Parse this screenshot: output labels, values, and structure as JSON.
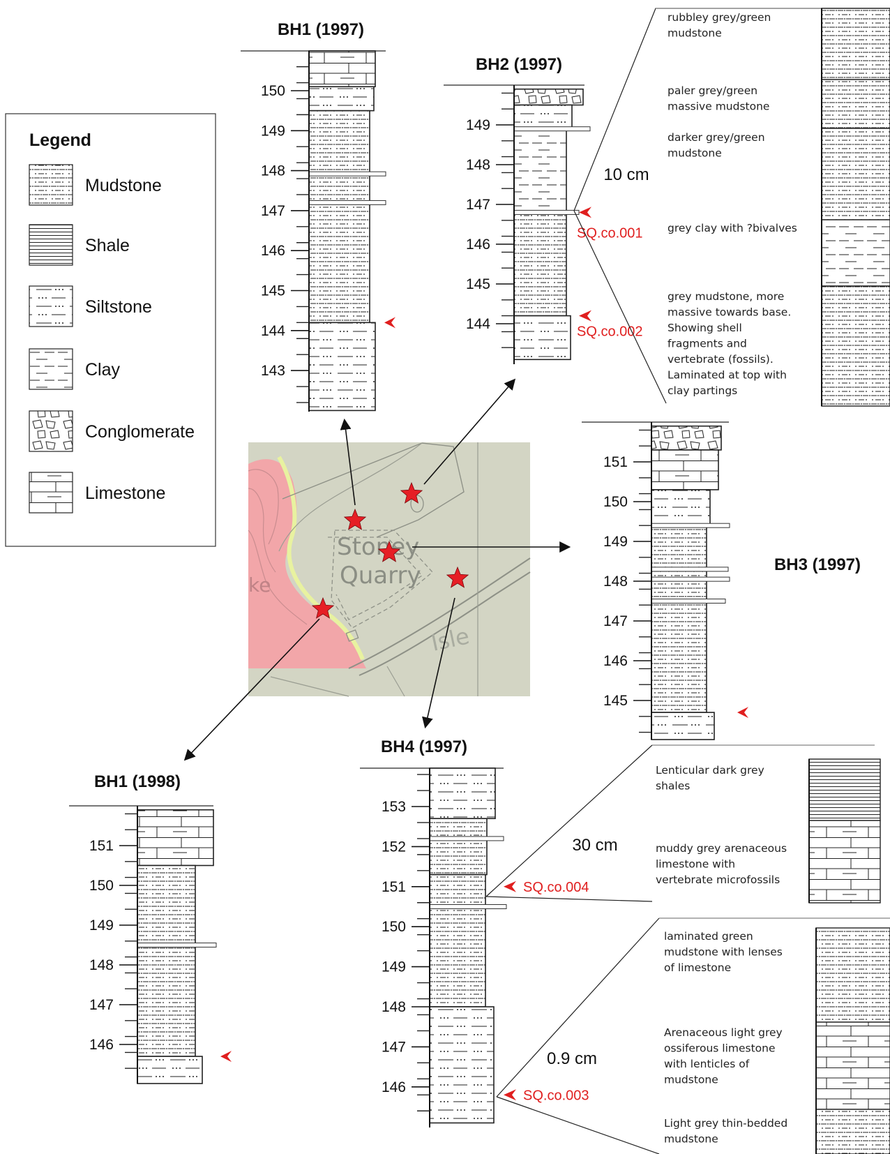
{
  "legend": {
    "title": "Legend",
    "items": [
      {
        "label": "Mudstone",
        "pattern": "mudstone"
      },
      {
        "label": "Shale",
        "pattern": "shale"
      },
      {
        "label": "Siltstone",
        "pattern": "siltstone"
      },
      {
        "label": "Clay",
        "pattern": "clay"
      },
      {
        "label": "Conglomerate",
        "pattern": "conglomerate"
      },
      {
        "label": "Limestone",
        "pattern": "limestone"
      }
    ]
  },
  "map": {
    "place_line1": "Stoney",
    "place_line2": "Quarry",
    "fragment_left": "ke",
    "fragment_bottom": "Isle",
    "colors": {
      "background": "#d3d5c4",
      "hazard": "#f2a6a9",
      "hazard_edge": "#e8f2a0",
      "star": "#e61e25"
    }
  },
  "logs": [
    {
      "id": "bh1-1997",
      "title": "BH1 (1997)",
      "ticks": [
        "150",
        "149",
        "148",
        "147",
        "146",
        "145",
        "144",
        "143"
      ],
      "beds": [
        {
          "lith": "limestone",
          "top": 151.0,
          "bottom": 150.1
        },
        {
          "lith": "siltstone",
          "top": 150.1,
          "bottom": 149.5
        },
        {
          "lith": "mudstone",
          "top": 149.5,
          "bottom": 147.9
        },
        {
          "lith": "mudstone",
          "top": 147.9,
          "bottom": 144.2
        },
        {
          "lith": "siltstone",
          "top": 144.2,
          "bottom": 142.0
        }
      ],
      "marker": 144.2
    },
    {
      "id": "bh2-1997",
      "title": "BH2 (1997)",
      "ticks": [
        "149",
        "148",
        "147",
        "146",
        "145",
        "144"
      ],
      "beds": [
        {
          "lith": "conglomerate",
          "top": 149.9,
          "bottom": 149.5
        },
        {
          "lith": "siltstone",
          "top": 149.5,
          "bottom": 148.9
        },
        {
          "lith": "clay",
          "top": 148.9,
          "bottom": 146.8
        },
        {
          "lith": "mudstone",
          "top": 146.8,
          "bottom": 144.2
        },
        {
          "lith": "siltstone",
          "top": 144.2,
          "bottom": 143.1
        }
      ],
      "samples": [
        {
          "label": "SQ.co.001",
          "depth": 146.8
        },
        {
          "label": "SQ.co.002",
          "depth": 144.2
        }
      ]
    },
    {
      "id": "bh3-1997",
      "title": "BH3 (1997)",
      "ticks": [
        "151",
        "150",
        "149",
        "148",
        "147",
        "146",
        "145"
      ],
      "beds": [
        {
          "lith": "conglomerate",
          "top": 151.9,
          "bottom": 151.3
        },
        {
          "lith": "limestone",
          "top": 151.3,
          "bottom": 150.3
        },
        {
          "lith": "siltstone",
          "top": 150.3,
          "bottom": 149.4
        },
        {
          "lith": "mudstone",
          "top": 149.4,
          "bottom": 144.7
        },
        {
          "lith": "siltstone",
          "top": 144.7,
          "bottom": 144.0
        }
      ],
      "marker": 144.7
    },
    {
      "id": "bh4-1997",
      "title": "BH4 (1997)",
      "ticks": [
        "153",
        "152",
        "151",
        "150",
        "149",
        "148",
        "147",
        "146"
      ],
      "beds": [
        {
          "lith": "siltstone",
          "top": 154.0,
          "bottom": 152.7
        },
        {
          "lith": "mudstone",
          "top": 152.7,
          "bottom": 151.3
        },
        {
          "lith": "mudstone",
          "top": 151.3,
          "bottom": 148.0
        },
        {
          "lith": "siltstone",
          "top": 148.0,
          "bottom": 145.1
        }
      ],
      "samples": [
        {
          "label": "SQ.co.004",
          "depth": 151.0
        },
        {
          "label": "SQ.co.003",
          "depth": 145.8
        }
      ]
    },
    {
      "id": "bh1-1998",
      "title": "BH1 (1998)",
      "ticks": [
        "151",
        "150",
        "149",
        "148",
        "147",
        "146"
      ],
      "beds": [
        {
          "lith": "limestone",
          "top": 151.9,
          "bottom": 150.5
        },
        {
          "lith": "mudstone",
          "top": 150.5,
          "bottom": 145.7
        },
        {
          "lith": "siltstone",
          "top": 145.7,
          "bottom": 144.9
        }
      ],
      "marker": 145.7
    }
  ],
  "details": [
    {
      "id": "detail-bh2",
      "scale": "10 cm",
      "units": [
        {
          "text": [
            "rubbley grey/green",
            "mudstone"
          ]
        },
        {
          "text": [
            "paler grey/green",
            "massive mudstone"
          ]
        },
        {
          "text": [
            "darker grey/green",
            "mudstone"
          ]
        },
        {
          "text": [
            "grey clay with ?bivalves"
          ]
        },
        {
          "text": [
            "grey mudstone, more",
            "massive towards base.",
            "Showing shell",
            "fragments and",
            "vertebrate (fossils).",
            "Laminated at top with",
            "clay partings"
          ]
        }
      ]
    },
    {
      "id": "detail-bh4-upper",
      "scale": "30 cm",
      "units": [
        {
          "text": [
            "Lenticular dark grey",
            "shales"
          ]
        },
        {
          "text": [
            "muddy grey arenaceous",
            "limestone with",
            "vertebrate microfossils"
          ]
        }
      ]
    },
    {
      "id": "detail-bh4-lower",
      "scale": "0.9 cm",
      "units": [
        {
          "text": [
            "laminated green",
            "mudstone with lenses",
            "of limestone"
          ]
        },
        {
          "text": [
            "Arenaceous light grey",
            "ossiferous limestone",
            "with lenticles of",
            "mudstone"
          ]
        },
        {
          "text": [
            "Light grey thin-bedded",
            "mudstone"
          ]
        }
      ]
    }
  ]
}
